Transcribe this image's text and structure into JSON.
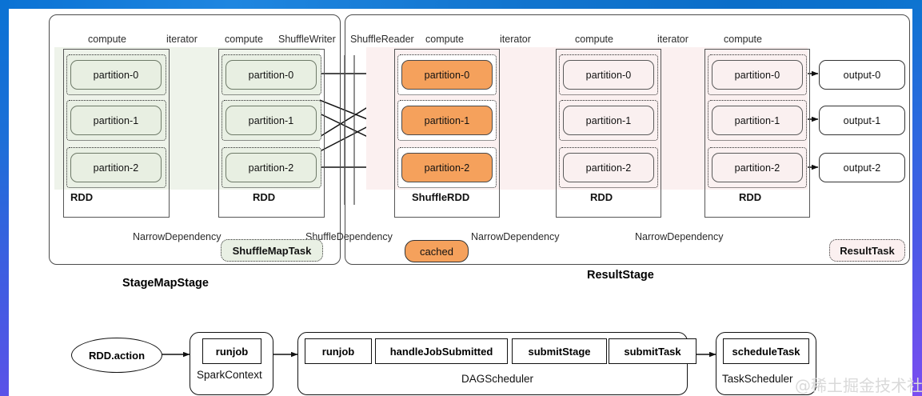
{
  "frame": {
    "top_color": "#0d74d0",
    "left_color": "#1c6fd8",
    "right_color": "#7a4df0"
  },
  "colors": {
    "green_pill": "#e8efe2",
    "orange_pill": "#f5a15c",
    "pink_pill": "#faf0f0",
    "green_band": "#e9f0e4",
    "pink_band": "#fbf1f1",
    "border": "#4a4a4a"
  },
  "stages": [
    {
      "name": "StageMapStage",
      "task_badge": "ShuffleMapTask",
      "columns": [
        {
          "top_labels": [
            "compute"
          ],
          "rdd_name": "RDD",
          "partitions": [
            "partition-0",
            "partition-1",
            "partition-2"
          ],
          "style": "green"
        },
        {
          "top_labels": [
            "compute",
            "ShuffleWriter"
          ],
          "rdd_name": "RDD",
          "partitions": [
            "partition-0",
            "partition-1",
            "partition-2"
          ],
          "style": "green"
        }
      ],
      "edge_labels": [
        "iterator"
      ],
      "dependencies": [
        "NarrowDependency"
      ]
    },
    {
      "name": "ResultStage",
      "task_badge": "ResultTask",
      "cached_badge": "cached",
      "columns": [
        {
          "top_labels": [
            "ShuffleReader",
            "compute"
          ],
          "rdd_name": "ShuffleRDD",
          "partitions": [
            "partition-0",
            "partition-1",
            "partition-2"
          ],
          "style": "orange"
        },
        {
          "top_labels": [
            "compute"
          ],
          "rdd_name": "RDD",
          "partitions": [
            "partition-0",
            "partition-1",
            "partition-2"
          ],
          "style": "pink"
        },
        {
          "top_labels": [
            "compute"
          ],
          "rdd_name": "RDD",
          "partitions": [
            "partition-0",
            "partition-1",
            "partition-2"
          ],
          "style": "pink"
        }
      ],
      "edge_labels": [
        "iterator",
        "iterator"
      ],
      "dependencies": [
        "NarrowDependency",
        "NarrowDependency"
      ]
    }
  ],
  "labels": {
    "compute_1": "compute",
    "iterator_1": "iterator",
    "compute_2": "compute",
    "shuffle_writer": "ShuffleWriter",
    "shuffle_reader": "ShuffleReader",
    "compute_3": "compute",
    "iterator_2": "iterator",
    "compute_4": "compute",
    "iterator_3": "iterator",
    "compute_5": "compute",
    "rdd_1": "RDD",
    "rdd_2": "RDD",
    "shufflerdd": "ShuffleRDD",
    "rdd_3": "RDD",
    "rdd_4": "RDD",
    "narrow_1": "NarrowDependency",
    "shuffle_dep": "ShuffleDependency",
    "narrow_2": "NarrowDependency",
    "narrow_3": "NarrowDependency",
    "shuffle_map_task": "ShuffleMapTask",
    "result_task": "ResultTask",
    "cached": "cached",
    "stage_map_stage": "StageMapStage",
    "result_stage": "ResultStage"
  },
  "partitions": {
    "col1": [
      "partition-0",
      "partition-1",
      "partition-2"
    ],
    "col2": [
      "partition-0",
      "partition-1",
      "partition-2"
    ],
    "col3": [
      "partition-0",
      "partition-1",
      "partition-2"
    ],
    "col4": [
      "partition-0",
      "partition-1",
      "partition-2"
    ],
    "col5": [
      "partition-0",
      "partition-1",
      "partition-2"
    ]
  },
  "outputs": [
    "output-0",
    "output-1",
    "output-2"
  ],
  "flow": {
    "action": "RDD.action",
    "groups": [
      {
        "name": "SparkContext",
        "methods": [
          "runjob"
        ]
      },
      {
        "name": "DAGScheduler",
        "methods": [
          "runjob",
          "handleJobSubmitted",
          "submitStage",
          "submitTask"
        ]
      },
      {
        "name": "TaskScheduler",
        "methods": [
          "scheduleTask"
        ]
      }
    ]
  },
  "watermark": "@稀土掘金技术社区"
}
